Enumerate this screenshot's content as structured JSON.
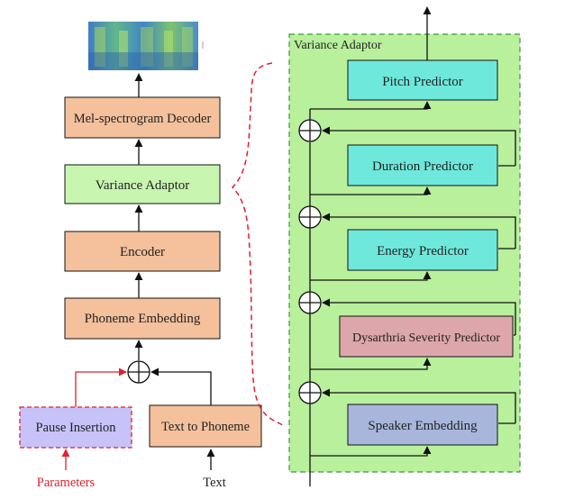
{
  "diagram": {
    "left": {
      "mel_decoder": "Mel-spectrogram Decoder",
      "variance_adaptor": "Variance Adaptor",
      "encoder": "Encoder",
      "phoneme_embedding": "Phoneme Embedding",
      "pause_insertion": "Pause Insertion",
      "text_to_phoneme": "Text to Phoneme",
      "parameters": "Parameters",
      "text": "Text"
    },
    "right": {
      "title": "Variance Adaptor",
      "pitch_predictor": "Pitch Predictor",
      "duration_predictor": "Duration Predictor",
      "energy_predictor": "Energy Predictor",
      "dysarthria_predictor": "Dysarthria Severity Predictor",
      "speaker_embedding": "Speaker Embedding"
    },
    "colors": {
      "orange_box": "#f4c19c",
      "green_box": "#c8f5b0",
      "cyan_box": "#6fe8dc",
      "pink_box": "#dca6ab",
      "blue_box": "#a8b6dc",
      "pause_box": "#c7c2f7",
      "panel": "#b8f09c",
      "red": "#e0202e"
    }
  }
}
